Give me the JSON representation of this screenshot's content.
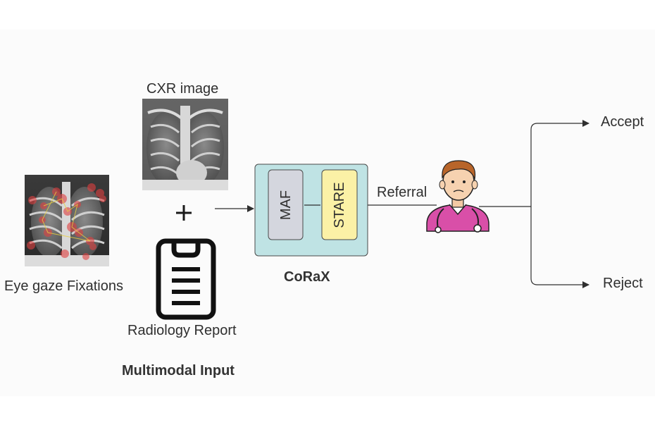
{
  "inputs": {
    "cxr_label": "CXR image",
    "gaze_label": "Eye gaze Fixations",
    "report_label": "Radiology Report",
    "plus": "+",
    "group_label": "Multimodal Input"
  },
  "model": {
    "module_a": "MAF",
    "module_b": "STARE",
    "name": "CoRaX",
    "box_color": "#bfe3e4",
    "module_a_color": "#d4d6de",
    "module_b_color": "#fbf1a6"
  },
  "flow": {
    "referral_label": "Referral",
    "accept_label": "Accept",
    "reject_label": "Reject"
  },
  "icons": {
    "report_icon": "clipboard-icon",
    "doctor_icon": "doctor-icon"
  }
}
